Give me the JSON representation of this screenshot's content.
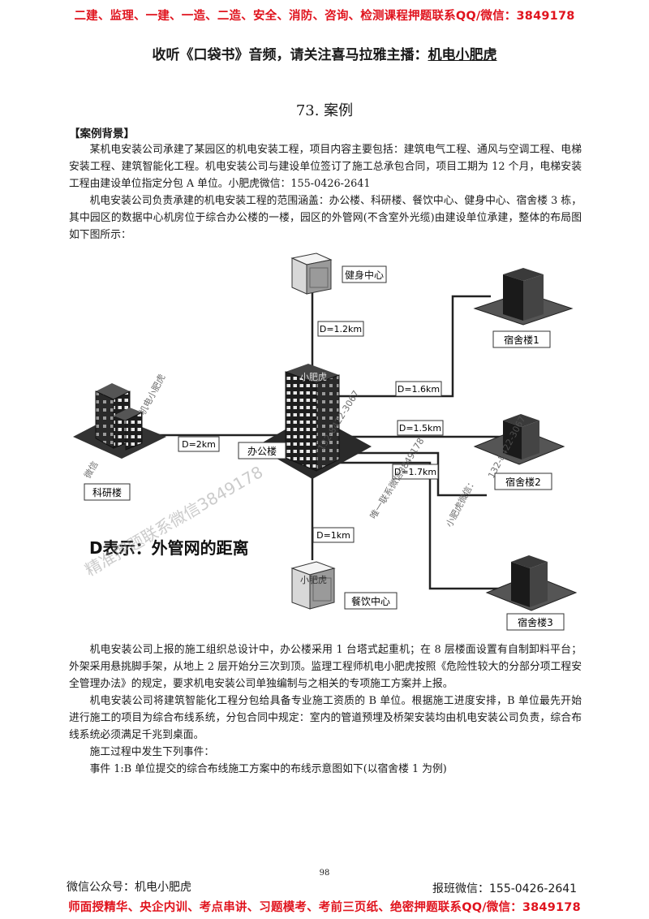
{
  "top_banner": "二建、监理、一建、一造、二造、安全、消防、咨询、检测课程押题联系QQ/微信：3849178",
  "header": {
    "text": "收听《口袋书》音频，请关注喜马拉雅主播：",
    "host": "机电小肥虎"
  },
  "section_title": "73.  案例",
  "background_tag": "【案例背景】",
  "paragraphs_top": [
    "某机电安装公司承建了某园区的机电安装工程，项目内容主要包括：建筑电气工程、通风与空调工程、电梯安装工程、建筑智能化工程。机电安装公司与建设单位签订了施工总承包合同，项目工期为 12 个月，电梯安装工程由建设单位指定分包 A 单位。小肥虎微信：155-0426-2641",
    "机电安装公司负责承建的机电安装工程的范围涵盖：办公楼、科研楼、餐饮中心、健身中心、宿舍楼 3 栋，其中园区的数据中心机房位于综合办公楼的一楼，园区的外管网(不含室外光缆)由建设单位承建，整体的布局图如下图所示："
  ],
  "diagram": {
    "buildings": {
      "fitness": "健身中心",
      "office": "办公楼",
      "research": "科研楼",
      "dining": "餐饮中心",
      "dorm1": "宿舍楼1",
      "dorm2": "宿舍楼2",
      "dorm3": "宿舍楼3"
    },
    "distances": {
      "fitness": "D=1.2km",
      "research": "D=2km",
      "dorm1": "D=1.6km",
      "dorm2": "D=1.5km",
      "dorm3": "D=1.7km",
      "dining": "D=1km"
    },
    "legend": "D表示：外管网的距离",
    "watermarks": {
      "office_top": "小肥虎",
      "research_side": "机电小肥虎",
      "phone_a": "132-8422-3067",
      "phone_b": "132-8422-3067",
      "wechat_a": "唯一联系微信3849178",
      "wechat_b": "小肥虎微信：",
      "big": "精准押题联系微信3849178",
      "wechat_c": "微信",
      "dining_top": "小肥虎"
    }
  },
  "paragraphs_bottom": [
    "机电安装公司上报的施工组织总设计中，办公楼采用 1 台塔式起重机；在 8 层楼面设置有自制卸料平台；外架采用悬挑脚手架，从地上 2 层开始分三次到顶。监理工程师机电小肥虎按照《危险性较大的分部分项工程安全管理办法》的规定，要求机电安装公司单独编制与之相关的专项施工方案并上报。",
    "机电安装公司将建筑智能化工程分包给具备专业施工资质的 B 单位。根据施工进度安排，B 单位最先开始进行施工的项目为综合布线系统，分包合同中规定：室内的管道预埋及桥架安装均由机电安装公司负责，综合布线系统必须满足千兆到桌面。",
    "施工过程中发生下列事件：",
    "事件 1:B 单位提交的综合布线施工方案中的布线示意图如下(以宿舍楼 1 为例)"
  ],
  "page_number": "98",
  "footer": {
    "left": "微信公众号：机电小肥虎",
    "right": "报班微信：155-0426-2641"
  },
  "bottom_banner": "师面授精华、央企内训、考点串讲、习题模考、考前三页纸、绝密押题联系QQ/微信：3849178"
}
